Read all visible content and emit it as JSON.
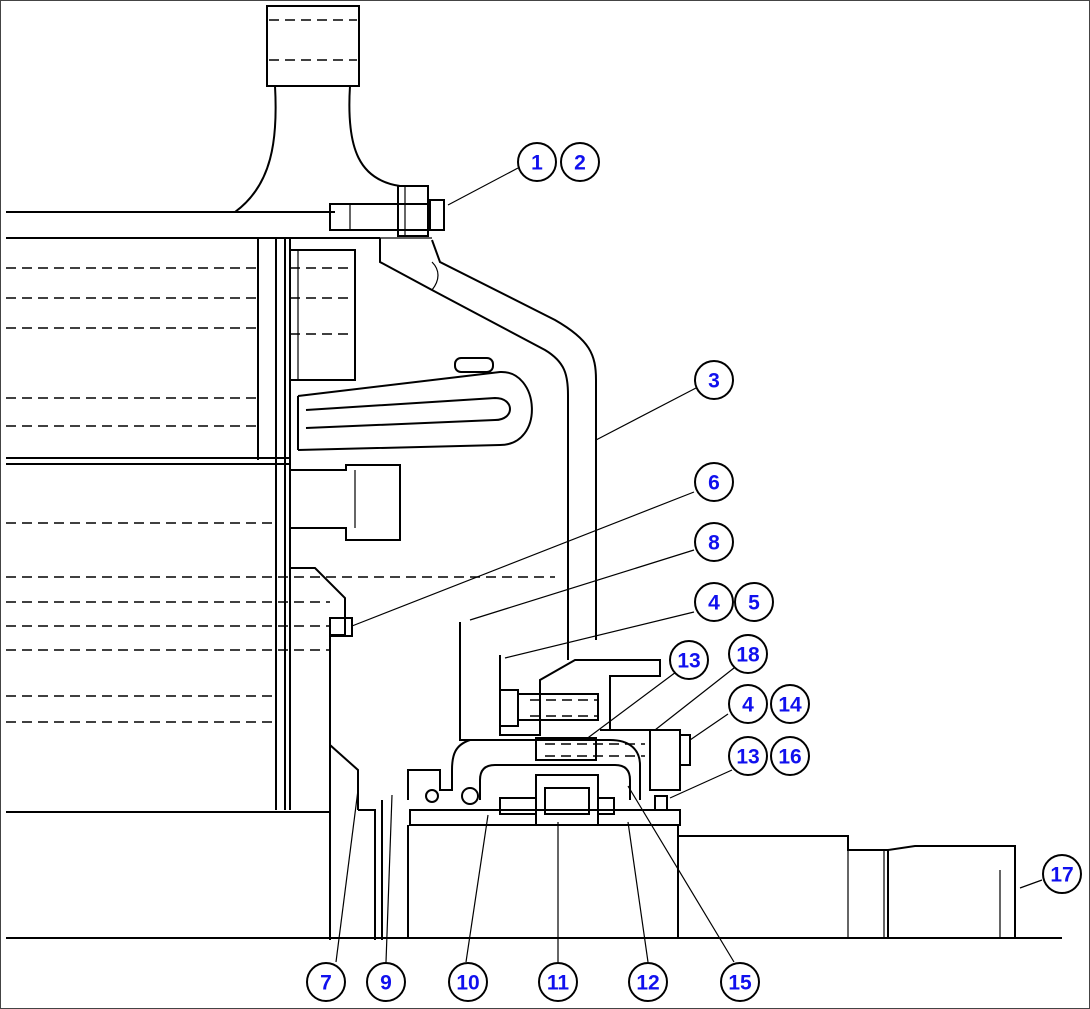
{
  "callouts": [
    {
      "id": "c1",
      "label": "1"
    },
    {
      "id": "c2",
      "label": "2"
    },
    {
      "id": "c3",
      "label": "3"
    },
    {
      "id": "c6",
      "label": "6"
    },
    {
      "id": "c8",
      "label": "8"
    },
    {
      "id": "c4a",
      "label": "4"
    },
    {
      "id": "c5",
      "label": "5"
    },
    {
      "id": "c13a",
      "label": "13"
    },
    {
      "id": "c18",
      "label": "18"
    },
    {
      "id": "c4b",
      "label": "4"
    },
    {
      "id": "c14",
      "label": "14"
    },
    {
      "id": "c13b",
      "label": "13"
    },
    {
      "id": "c16",
      "label": "16"
    },
    {
      "id": "c17",
      "label": "17"
    },
    {
      "id": "c7",
      "label": "7"
    },
    {
      "id": "c9",
      "label": "9"
    },
    {
      "id": "c10",
      "label": "10"
    },
    {
      "id": "c11",
      "label": "11"
    },
    {
      "id": "c12",
      "label": "12"
    },
    {
      "id": "c15",
      "label": "15"
    }
  ]
}
